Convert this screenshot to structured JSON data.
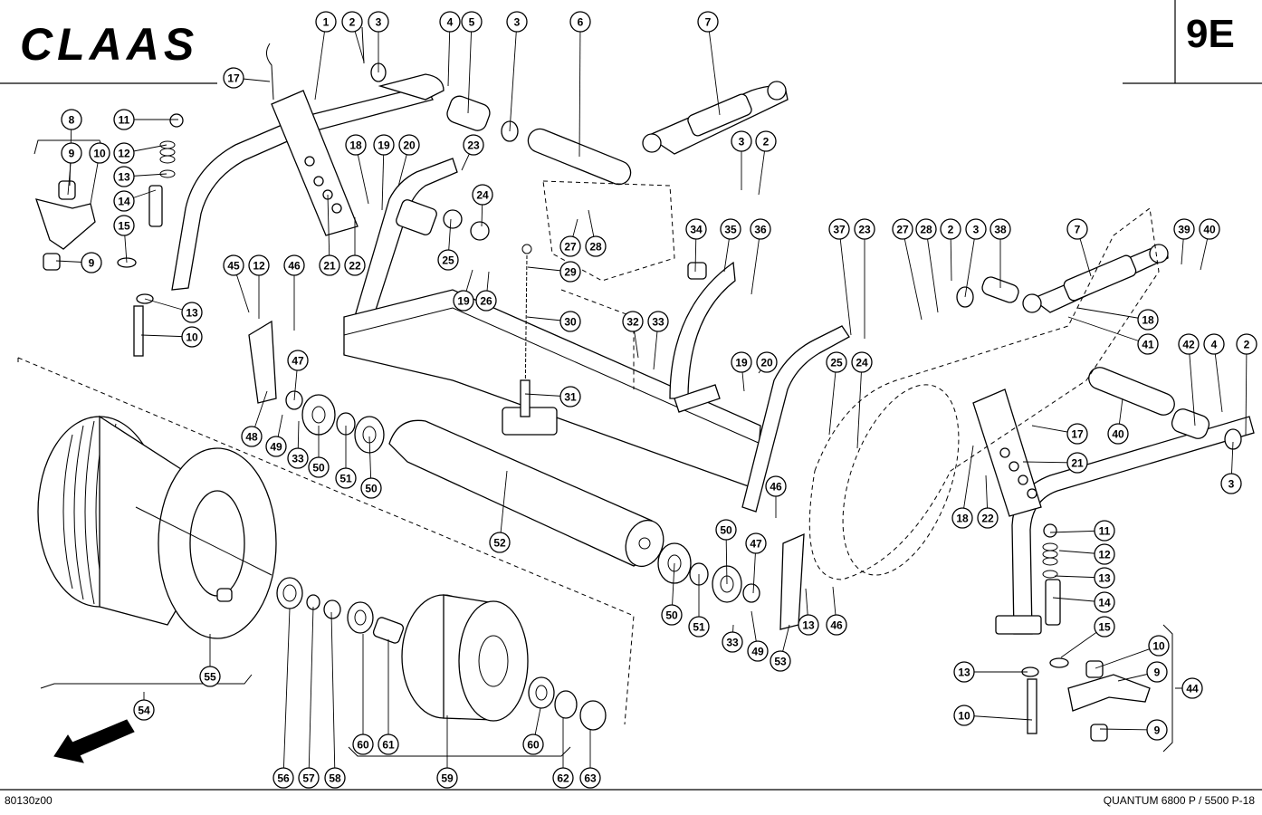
{
  "header": {
    "brand": "CLAAS",
    "page_code": "9E"
  },
  "footer": {
    "drawing_number": "80130z00",
    "model_reference": "QUANTUM 6800 P / 5500 P-18"
  },
  "callouts": [
    "1",
    "2",
    "3",
    "4",
    "5",
    "3",
    "6",
    "7",
    "17",
    "8",
    "11",
    "9",
    "10",
    "12",
    "13",
    "14",
    "15",
    "9",
    "13",
    "10",
    "18",
    "19",
    "20",
    "21",
    "22",
    "23",
    "24",
    "25",
    "27",
    "28",
    "29",
    "19",
    "26",
    "30",
    "31",
    "45",
    "12",
    "46",
    "47",
    "48",
    "49",
    "33",
    "50",
    "51",
    "50",
    "52",
    "3",
    "2",
    "34",
    "35",
    "36",
    "32",
    "33",
    "19",
    "20",
    "25",
    "24",
    "37",
    "23",
    "27",
    "28",
    "2",
    "3",
    "38",
    "7",
    "39",
    "40",
    "18",
    "41",
    "42",
    "4",
    "2",
    "40",
    "17",
    "21",
    "3",
    "18",
    "22",
    "46",
    "50",
    "47",
    "11",
    "12",
    "13",
    "14",
    "15",
    "50",
    "51",
    "33",
    "49",
    "53",
    "13",
    "46",
    "10",
    "13",
    "9",
    "44",
    "10",
    "9",
    "54",
    "55",
    "56",
    "57",
    "58",
    "60",
    "61",
    "59",
    "60",
    "62",
    "63"
  ]
}
